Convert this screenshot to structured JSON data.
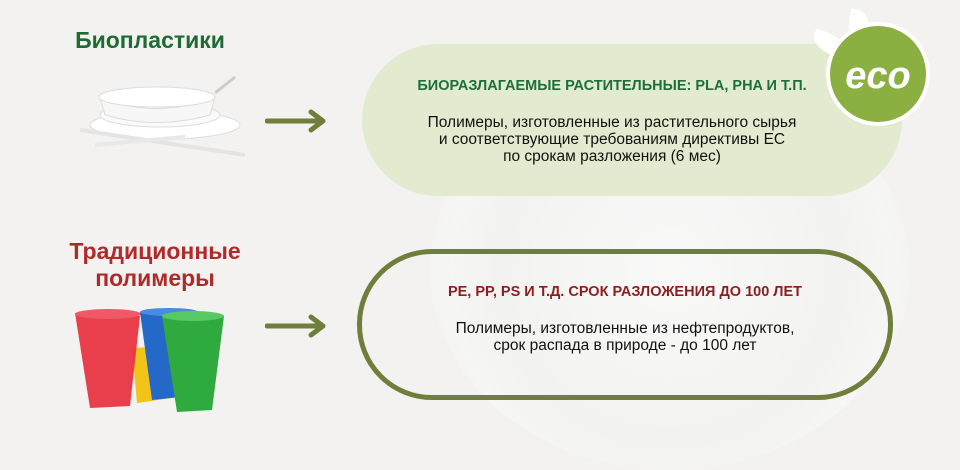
{
  "bio": {
    "title": "Биопластики",
    "header": "БИОРАЗЛАГАЕМЫЕ РАСТИТЕЛЬНЫЕ: PLA, PHA И Т.П.",
    "lines": [
      "Полимеры, изготовленные из растительного сырья",
      "и соответствующие требованиям директивы ЕС",
      "по срокам разложения (6 мес)"
    ],
    "badge": "eco",
    "color": "#1e6b34",
    "badge_color": "#8bb041"
  },
  "trad": {
    "title_lines": [
      "Традиционные",
      "полимеры"
    ],
    "header": "PE, PP, PS И Т.Д. СРОК РАЗЛОЖЕНИЯ ДО 100 ЛЕТ",
    "lines": [
      "Полимеры, изготовленные из нефтепродуктов,",
      "срок распада в природе - до 100 лет"
    ],
    "color": "#b02a2a",
    "border_color": "#6f7e3a"
  }
}
